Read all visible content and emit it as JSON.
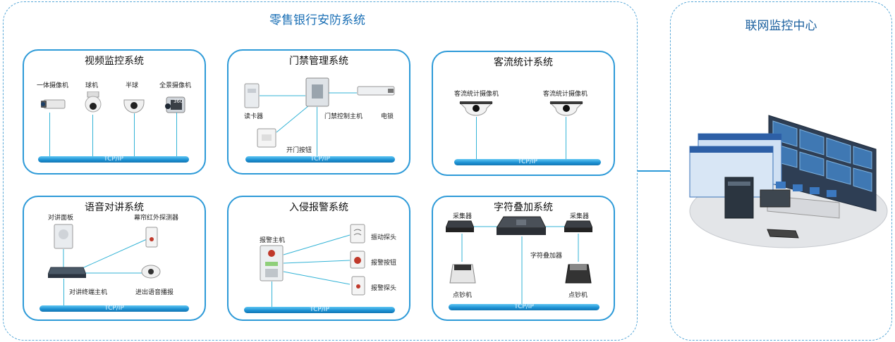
{
  "main_title": "零售银行安防系统",
  "center_title": "联网监控中心",
  "bus_label": "TCP/IP",
  "video": {
    "title": "视频监控系统",
    "devices": [
      "一体摄像机",
      "球机",
      "半球",
      "全景摄像机"
    ],
    "pano_badge": "360"
  },
  "access": {
    "title": "门禁管理系统",
    "reader": "读卡器",
    "controller": "门禁控制主机",
    "lock": "电锁",
    "button": "开门按钮"
  },
  "traffic": {
    "title": "客流统计系统",
    "cam1": "客流统计摄像机",
    "cam2": "客流统计摄像机"
  },
  "intercom": {
    "title": "语音对讲系统",
    "panel": "对讲面板",
    "ir": "幕帘红外探测器",
    "host": "对讲终端主机",
    "speaker": "进出语音播报"
  },
  "intrusion": {
    "title": "入侵报警系统",
    "host": "报警主机",
    "vib": "振动探头",
    "btn": "报警按钮",
    "probe": "报警探头"
  },
  "overlay": {
    "title": "字符叠加系统",
    "col1": "采集器",
    "col2": "采集器",
    "adder": "字符叠加器",
    "count1": "点钞机",
    "count2": "点钞机"
  }
}
